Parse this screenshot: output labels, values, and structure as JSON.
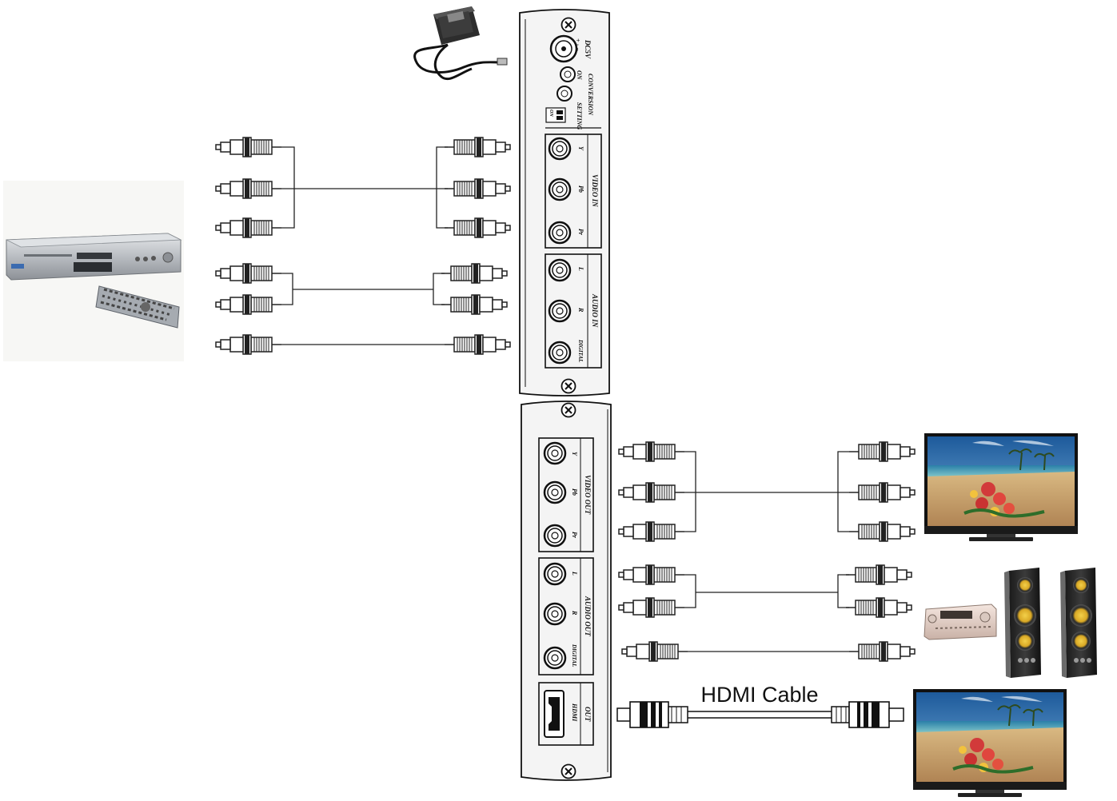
{
  "top_panel": {
    "power": {
      "label": "DC5V",
      "polarity": "+ ◦ −"
    },
    "on_label": "ON",
    "conversion_label": "CONVERSION",
    "setting_label": "SETTING",
    "dip_label": "ON",
    "video_in": {
      "group": "VIDEO IN",
      "jacks": [
        "Y",
        "Pb",
        "Pr"
      ]
    },
    "audio_in": {
      "group": "AUDIO IN",
      "jacks": [
        "L",
        "R",
        "DIGITAL"
      ]
    }
  },
  "bottom_panel": {
    "video_out": {
      "group": "VIDEO OUT",
      "jacks": [
        "Y",
        "Pb",
        "Pr"
      ]
    },
    "audio_out": {
      "group": "AUDIO OUT",
      "jacks": [
        "L",
        "R",
        "DIGITAL"
      ]
    },
    "hdmi_out": {
      "group": "OUT",
      "jacks": [
        "HDMI"
      ]
    }
  },
  "hdmi_cable_label": "HDMI Cable",
  "colors": {
    "line": "#222222",
    "panel": "#f2f2f2",
    "sky": "#2b6fb0",
    "sand": "#c8a46a"
  }
}
